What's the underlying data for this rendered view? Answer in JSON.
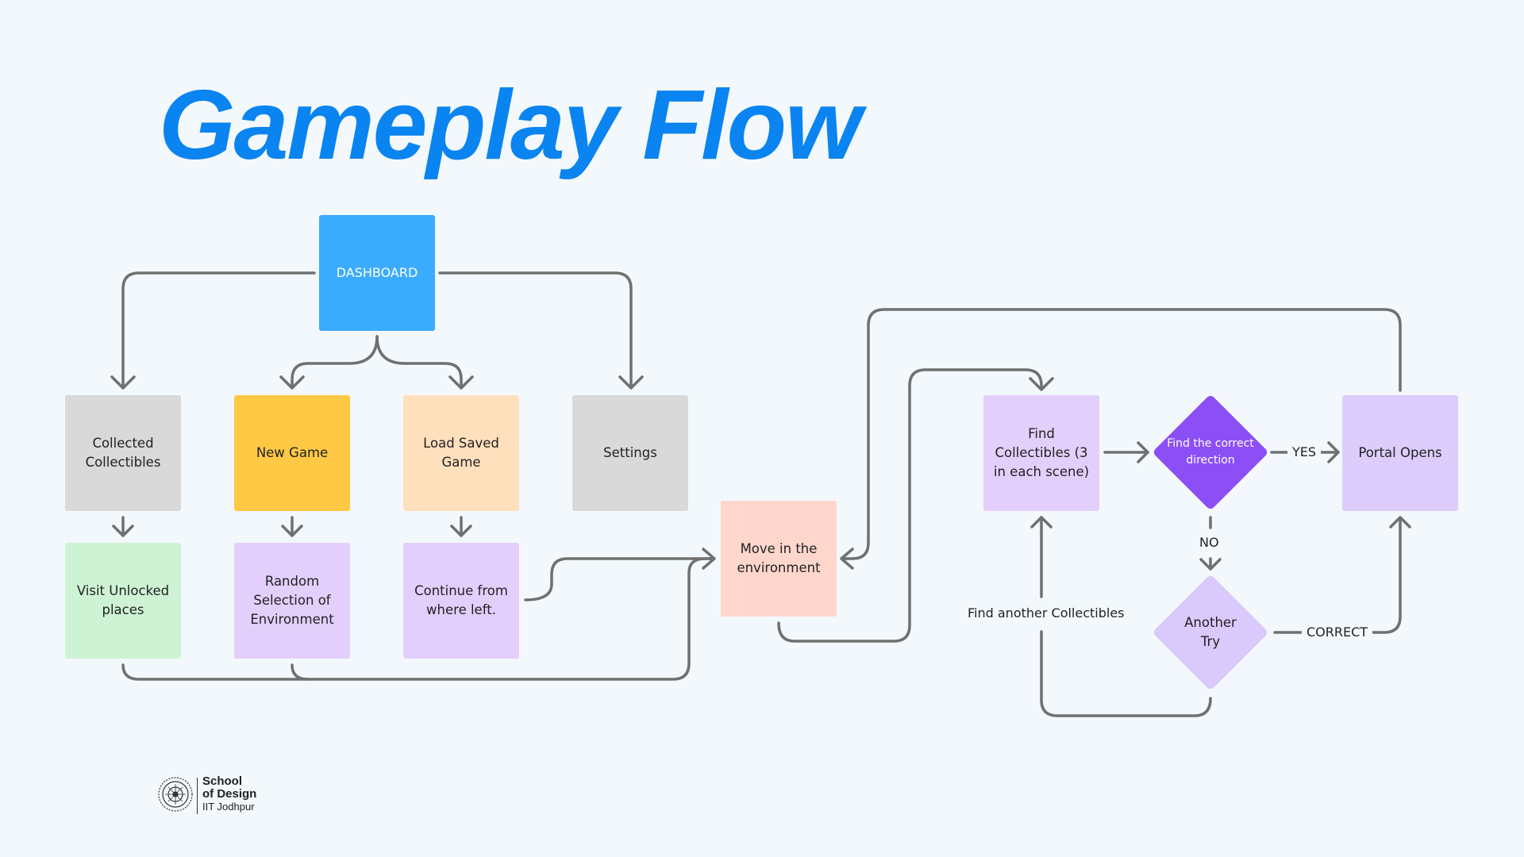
{
  "title": "Gameplay Flow",
  "nodes": {
    "dashboard": "DASHBOARD",
    "collected": "Collected Collectibles",
    "new_game": "New Game",
    "load_saved": "Load Saved Game",
    "settings": "Settings",
    "visit_unlocked": "Visit Unlocked places",
    "random_env": "Random Selection of Environment",
    "continue": "Continue from where left.",
    "move_env": "Move in the environment",
    "find_collectibles": "Find Collectibles (3 in each scene)",
    "find_direction": "Find the correct direction",
    "portal": "Portal Opens",
    "another_try": "Another Try"
  },
  "edge_labels": {
    "yes": "YES",
    "no": "NO",
    "correct": "CORRECT",
    "find_another": "Find another Collectibles"
  },
  "logo": {
    "line1": "School",
    "line2": "of Design",
    "line3": "IIT Jodhpur"
  },
  "colors": {
    "title": "#0a84f0",
    "dashboard": "#3babfd",
    "gray": "#d9d9d9",
    "yellow": "#ffc845",
    "peach": "#ffe0bd",
    "green": "#cdf3d4",
    "lavender": "#e3cffc",
    "salmon": "#fed6cc",
    "purple": "#8c4ff5",
    "portal": "#dccdfd",
    "light_diamond": "#dac9fb",
    "line": "#707070"
  }
}
